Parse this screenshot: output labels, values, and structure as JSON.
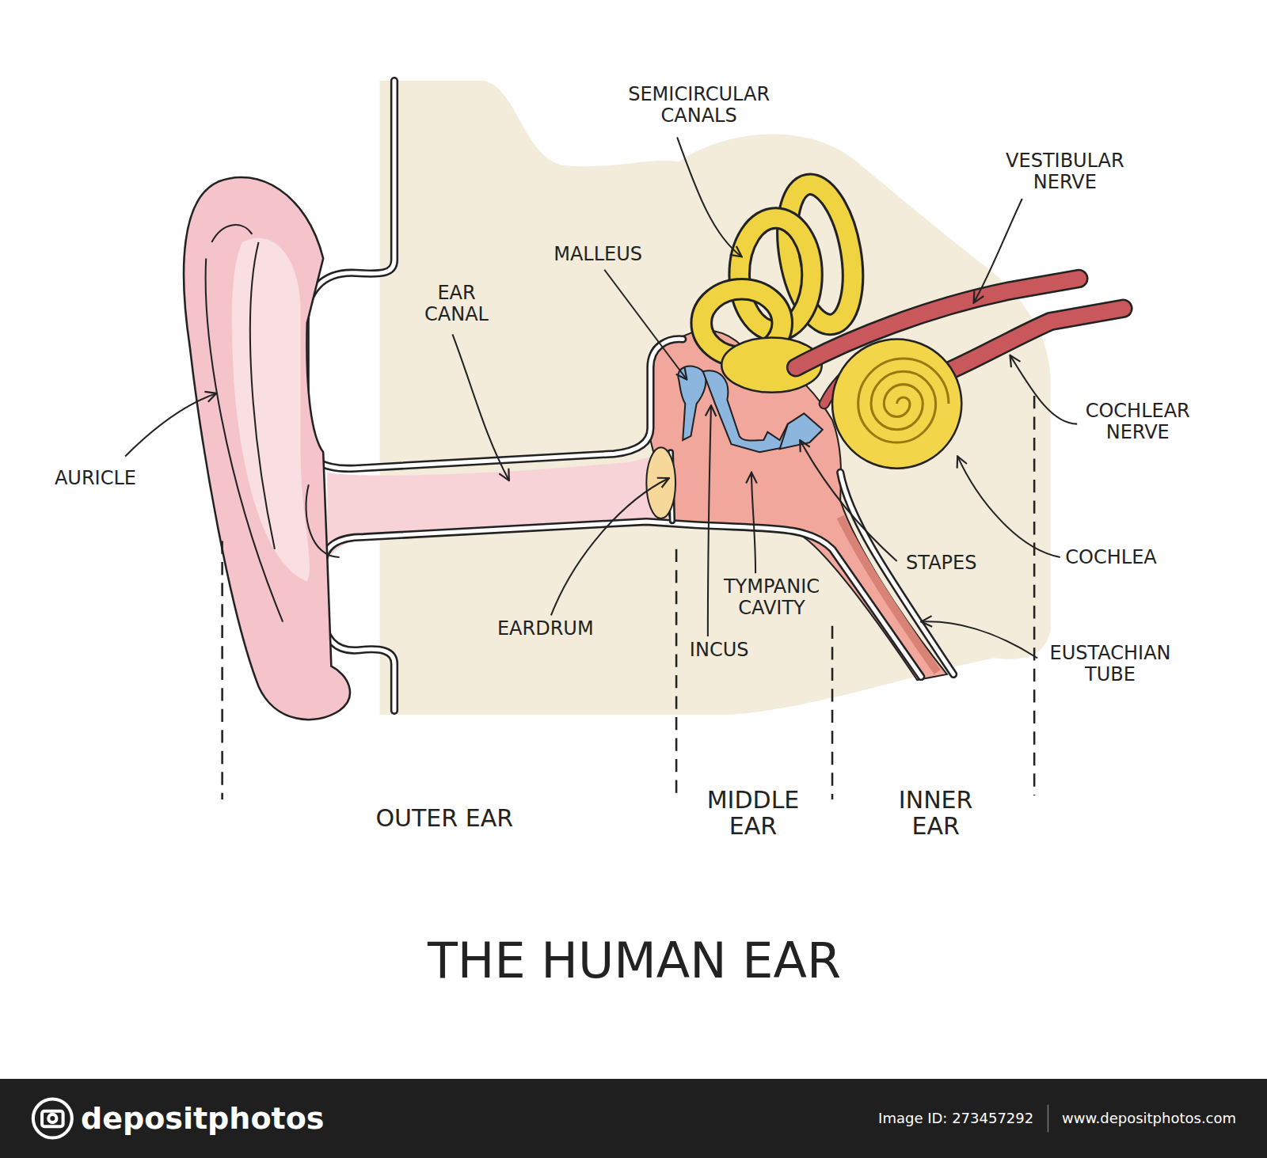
{
  "diagram": {
    "title": "THE HUMAN EAR",
    "labels": [
      "SEMICIRCULAR CANALS",
      "VESTIBULAR NERVE",
      "MALLEUS",
      "EAR CANAL",
      "COCHLEAR NERVE",
      "AURICLE",
      "COCHLEA",
      "STAPES",
      "TYMPANIC CAVITY",
      "EARDRUM",
      "INCUS",
      "EUSTACHIAN TUBE",
      "MIDDLE EAR",
      "INNER EAR",
      "OUTER EAR",
      "depositphotos",
      "Image ID: 273457292",
      "www.depositphotos.com"
    ]
  }
}
